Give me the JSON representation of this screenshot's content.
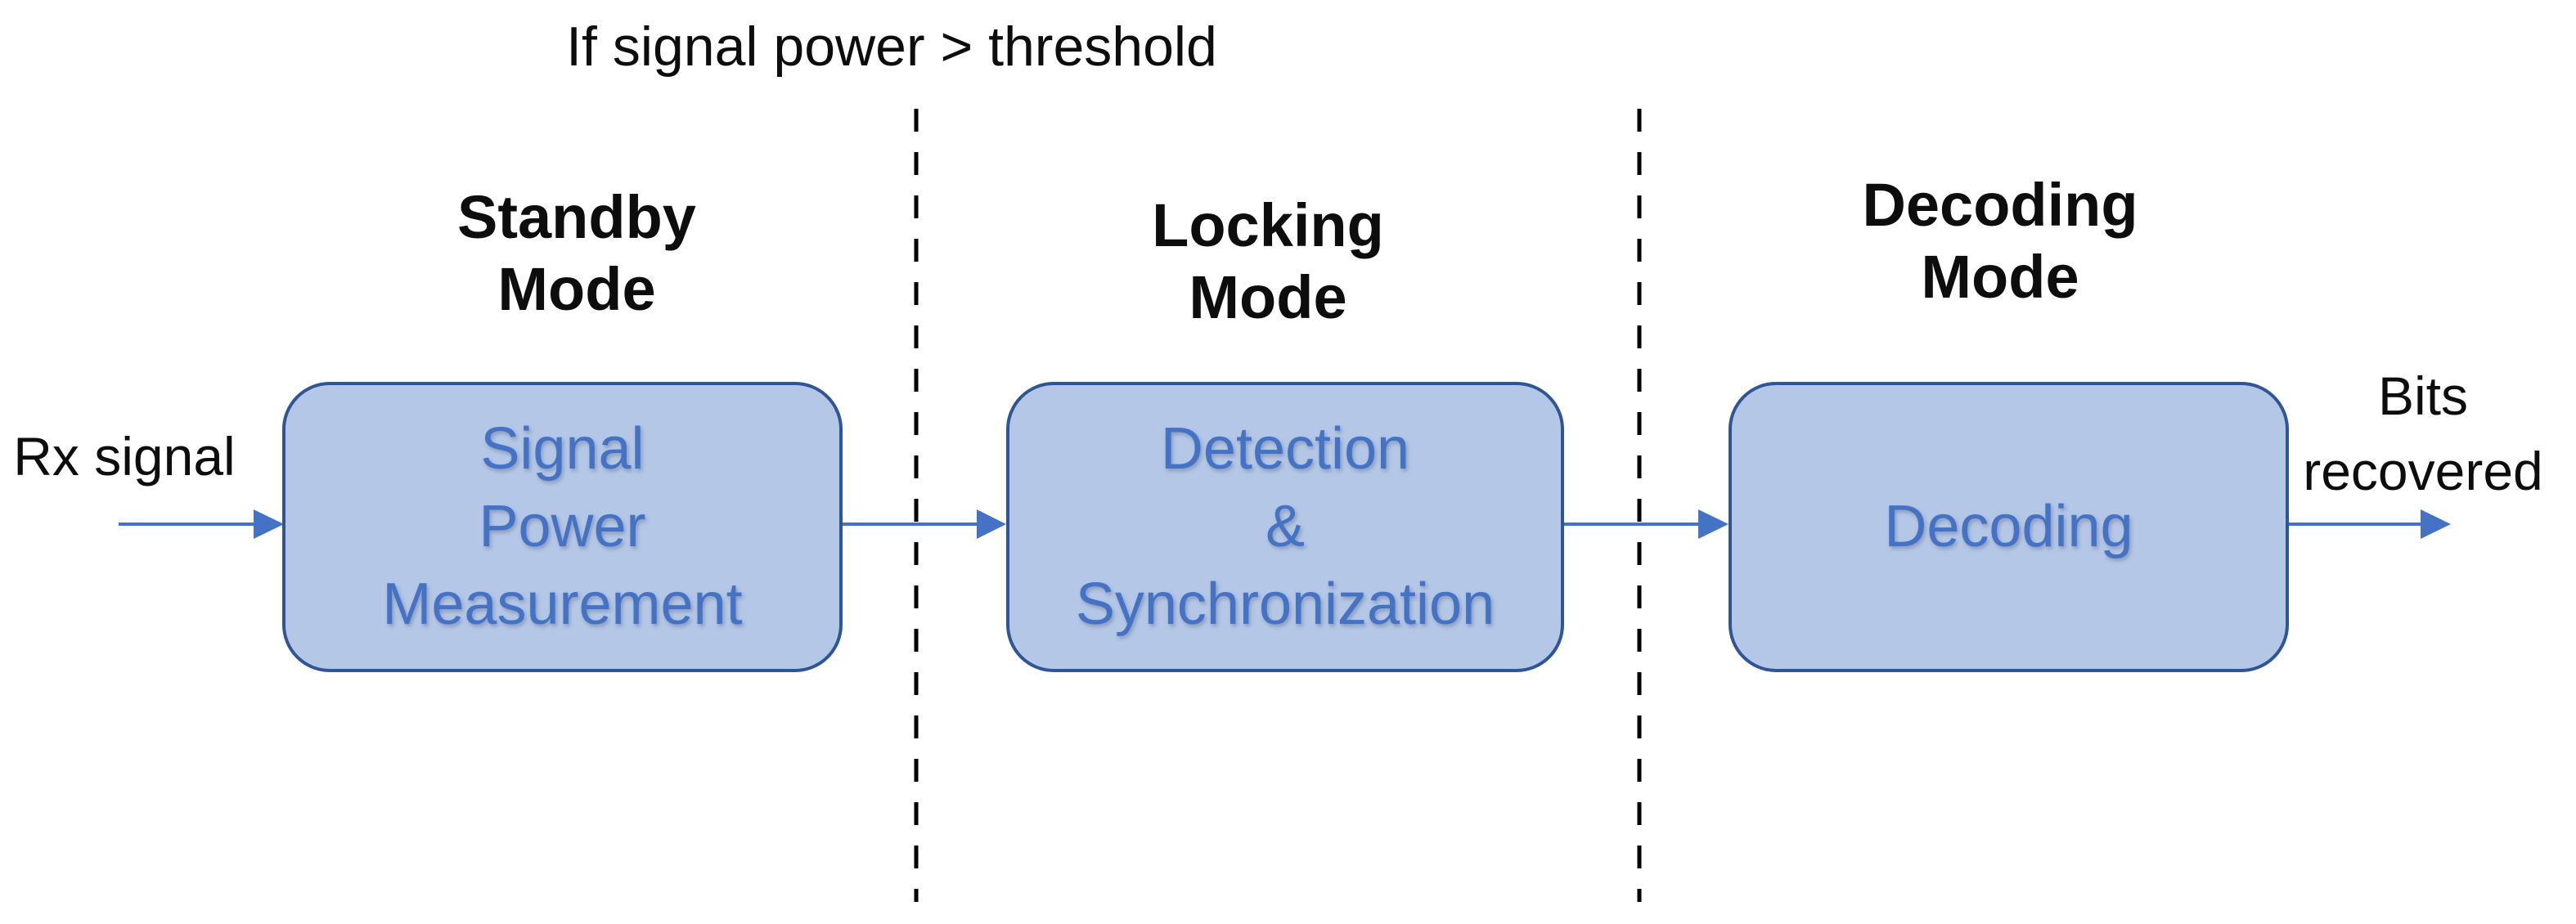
{
  "diagram": {
    "title_condition": "If signal power > threshold",
    "input_label": "Rx signal",
    "output_label": "Bits\nrecovered",
    "modes": [
      {
        "label": "Standby\nMode"
      },
      {
        "label": "Locking\nMode"
      },
      {
        "label": "Decoding\nMode"
      }
    ],
    "blocks": [
      {
        "label": "Signal\nPower\nMeasurement"
      },
      {
        "label": "Detection\n&\nSynchronization"
      },
      {
        "label": "Decoding"
      }
    ],
    "flow": [
      "Rx signal -> Signal Power Measurement",
      "Signal Power Measurement -> Detection & Synchronization",
      "Detection & Synchronization -> Decoding",
      "Decoding -> Bits recovered"
    ],
    "colors": {
      "block_fill": "#b4c7e7",
      "block_border": "#2f5597",
      "block_text": "#4472c4",
      "arrow": "#4472c4",
      "divider": "#000000",
      "label_text": "#0d0d0d",
      "background": "#ffffff"
    }
  }
}
